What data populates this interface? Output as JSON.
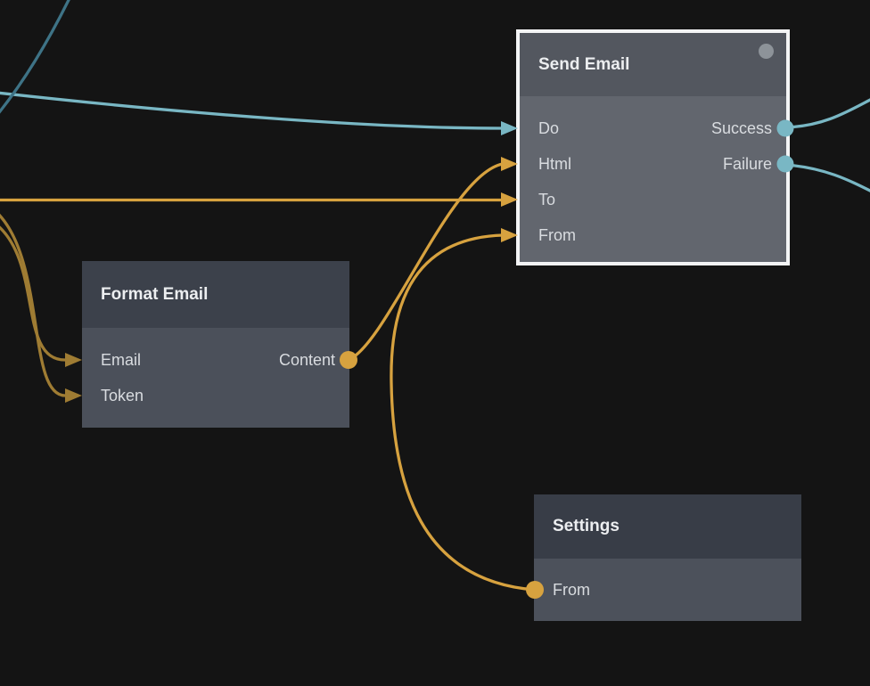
{
  "canvas": {
    "background_color": "#141414"
  },
  "palette": {
    "wire_teal": "#79b7c4",
    "wire_teal_dark": "#3e7386",
    "wire_gold": "#d7a23f",
    "wire_gold_dark": "#9f7c33",
    "selected_border": "#f3f4f5",
    "status_dot": "#8d9399"
  },
  "nodes": {
    "send_email": {
      "title": "Send Email",
      "selected": true,
      "has_status_dot": true,
      "inputs": [
        {
          "label": "Do",
          "color": "#79b7c4"
        },
        {
          "label": "Html",
          "color": "#d7a23f"
        },
        {
          "label": "To",
          "color": "#d7a23f"
        },
        {
          "label": "From",
          "color": "#d7a23f"
        }
      ],
      "outputs": [
        {
          "label": "Success",
          "color": "#79b7c4"
        },
        {
          "label": "Failure",
          "color": "#79b7c4"
        }
      ]
    },
    "format_email": {
      "title": "Format Email",
      "inputs": [
        {
          "label": "Email",
          "color": "#9f7c33"
        },
        {
          "label": "Token",
          "color": "#9f7c33"
        }
      ],
      "outputs": [
        {
          "label": "Content",
          "color": "#d7a23f"
        }
      ]
    },
    "settings": {
      "title": "Settings",
      "ports": [
        {
          "label": "From",
          "color": "#d7a23f"
        }
      ]
    }
  },
  "connections": [
    {
      "from": "offscreen-left",
      "to": "send_email.Do",
      "color": "#79b7c4"
    },
    {
      "from": "offscreen-top-left",
      "to": "offscreen-left",
      "color": "#3e7386"
    },
    {
      "from": "send_email.Success",
      "to": "offscreen-right",
      "color": "#79b7c4"
    },
    {
      "from": "send_email.Failure",
      "to": "offscreen-right",
      "color": "#79b7c4"
    },
    {
      "from": "offscreen-left",
      "to": "send_email.To",
      "color": "#d7a23f"
    },
    {
      "from": "format_email.Content",
      "to": "send_email.Html",
      "color": "#d7a23f"
    },
    {
      "from": "settings.From",
      "to": "send_email.From",
      "color": "#d7a23f"
    },
    {
      "from": "offscreen-left",
      "to": "format_email.Email",
      "color": "#9f7c33"
    },
    {
      "from": "offscreen-left",
      "to": "format_email.Token",
      "color": "#9f7c33"
    }
  ]
}
